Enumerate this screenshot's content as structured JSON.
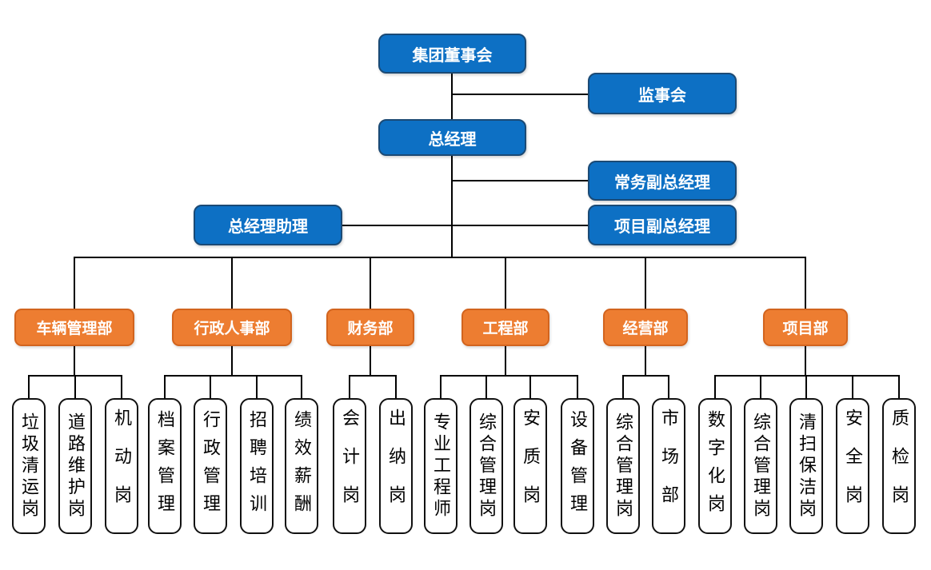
{
  "top_nodes": {
    "board": "集团董事会",
    "supervisory": "监事会",
    "general_manager": "总经理",
    "executive_deputy_gm": "常务副总经理",
    "gm_assistant": "总经理助理",
    "project_deputy_gm": "项目副总经理"
  },
  "departments": [
    {
      "label": "车辆管理部",
      "positions": [
        "垃圾清运岗",
        "道路维护岗",
        "机动岗"
      ]
    },
    {
      "label": "行政人事部",
      "positions": [
        "档案管理",
        "行政管理",
        "招聘培训",
        "绩效薪酬"
      ]
    },
    {
      "label": "财务部",
      "positions": [
        "会计岗",
        "出纳岗"
      ]
    },
    {
      "label": "工程部",
      "positions": [
        "专业工程师",
        "综合管理岗",
        "安质岗",
        "设备管理"
      ]
    },
    {
      "label": "经营部",
      "positions": [
        "综合管理岗",
        "市场部"
      ]
    },
    {
      "label": "项目部",
      "positions": [
        "数字化岗",
        "综合管理岗",
        "清扫保洁岗",
        "安全岗",
        "质检岗"
      ]
    }
  ],
  "colors": {
    "node_blue": "#0d70c4",
    "node_blue_border": "#1b4a75",
    "node_orange": "#ed7d31",
    "node_orange_border": "#d2641e",
    "leaf_border": "#111111",
    "connector": "#000000"
  }
}
